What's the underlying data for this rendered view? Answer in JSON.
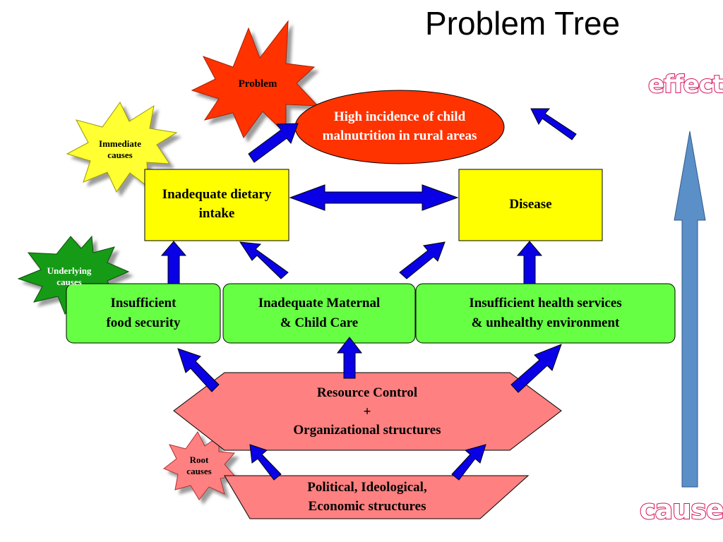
{
  "title": "Problem Tree",
  "labels": {
    "problem": "Problem",
    "immediate": "Immediate\ncauses",
    "underlying": "Underlying\ncauses",
    "root": "Root\ncauses",
    "effect": "effect",
    "cause": "cause"
  },
  "nodes": {
    "main_problem": "High incidence of child malnutrition in rural areas",
    "dietary": "Inadequate dietary intake",
    "disease": "Disease",
    "food_security": "Insufficient\nfood security",
    "maternal_care": "Inadequate Maternal\n& Child Care",
    "health_services": "Insufficient health services\n& unhealthy environment",
    "resource_control": "Resource Control\n+\nOrganizational structures",
    "political": "Political, Ideological,\nEconomic structures"
  },
  "colors": {
    "problem_burst": "#ff3300",
    "main_oval": "#ff3300",
    "immediate_burst": "#ffff33",
    "immediate_box": "#ffff00",
    "underlying_burst": "#169b16",
    "underlying_box": "#66ff44",
    "root_shape": "#ff8080",
    "arrow": "#0a00e6",
    "side_arrow": "#5b8fc8",
    "word_art": "#d4145a"
  }
}
